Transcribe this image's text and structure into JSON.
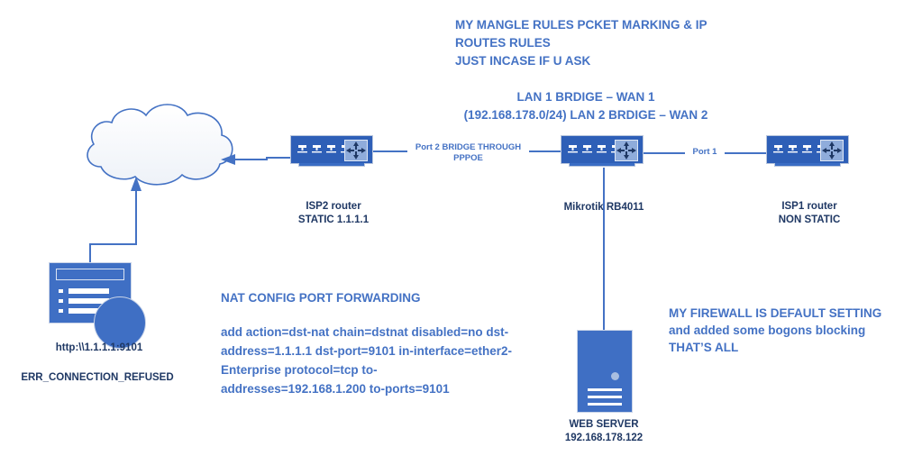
{
  "diagram": {
    "annotations": [
      {
        "id": "mangle-note",
        "text": "MY MANGLE RULES PCKET MARKING & IP\nROUTES RULES\nJUST INCASE IF U ASK",
        "color": "#4472C4"
      },
      {
        "id": "lan-bridge-note",
        "text": "LAN 1 BRDIGE – WAN 1\n(192.168.178.0/24) LAN 2 BRDIGE – WAN 2",
        "color": "#4472C4"
      },
      {
        "id": "nat-title",
        "text": "NAT CONFIG PORT FORWARDING",
        "color": "#4472C4"
      },
      {
        "id": "nat-command",
        "text": "add action=dst-nat chain=dstnat disabled=no dst-address=1.1.1.1 dst-port=9101 in-interface=ether2-Enterprise protocol=tcp to-addresses=192.168.1.200 to-ports=9101",
        "color": "#4472C4"
      },
      {
        "id": "firewall-note",
        "text": "MY FIREWALL IS DEFAULT SETTING and added some bogons blocking THAT’S ALL",
        "color": "#4472C4"
      }
    ],
    "nodes": [
      {
        "id": "internet-cloud",
        "icon": "cloud-icon",
        "label": ""
      },
      {
        "id": "isp2-router",
        "icon": "router-icon",
        "label": "ISP2 router\nSTATIC 1.1.1.1"
      },
      {
        "id": "mikrotik-router",
        "icon": "router-icon",
        "label": "Mikrotik RB4011"
      },
      {
        "id": "isp1-router",
        "icon": "router-icon",
        "label": "ISP1 router\nNON STATIC"
      },
      {
        "id": "client-browser",
        "icon": "browser-globe-icon",
        "label": "http:\\\\1.1.1.1:9101",
        "status": "ERR_CONNECTION_REFUSED"
      },
      {
        "id": "web-server",
        "icon": "server-icon",
        "label": "WEB SERVER\n192.168.178.122"
      }
    ],
    "links": [
      {
        "id": "isp2-to-cloud",
        "from": "isp2-router",
        "to": "internet-cloud",
        "label": "",
        "arrow": "to"
      },
      {
        "id": "client-to-cloud",
        "from": "client-browser",
        "to": "internet-cloud",
        "label": "",
        "arrow": "to"
      },
      {
        "id": "mikrotik-to-isp2",
        "from": "mikrotik-router",
        "to": "isp2-router",
        "label": "Port 2 BRIDGE THROUGH\nPPPOE",
        "arrow": "none"
      },
      {
        "id": "mikrotik-to-isp1",
        "from": "mikrotik-router",
        "to": "isp1-router",
        "label": "Port 1",
        "arrow": "none"
      },
      {
        "id": "mikrotik-to-server",
        "from": "mikrotik-router",
        "to": "web-server",
        "label": "",
        "arrow": "none"
      }
    ],
    "colors": {
      "annotation_blue": "#4472C4",
      "label_navy": "#1F3864",
      "line_blue": "#4472C4",
      "device_blue": "#3F6FC4",
      "router_body": "#2E5FB7",
      "router_panel": "#8FACDB",
      "background": "#FFFFFF"
    }
  }
}
